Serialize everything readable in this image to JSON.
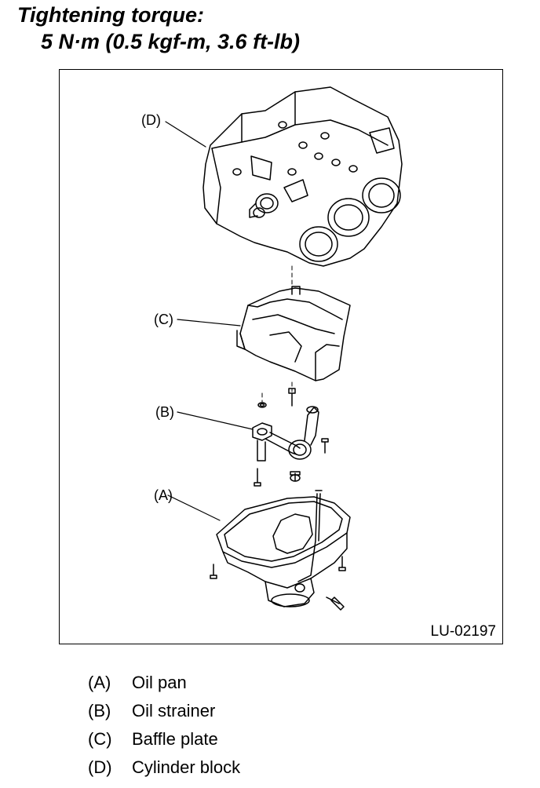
{
  "torque": {
    "line1": "Tightening torque:",
    "line2": "5 N·m (0.5 kgf-m, 3.6 ft-lb)"
  },
  "figure": {
    "id": "LU-02197",
    "callouts": {
      "a": "(A)",
      "b": "(B)",
      "c": "(C)",
      "d": "(D)"
    }
  },
  "legend": [
    {
      "code": "(A)",
      "label": "Oil pan"
    },
    {
      "code": "(B)",
      "label": "Oil strainer"
    },
    {
      "code": "(C)",
      "label": "Baffle plate"
    },
    {
      "code": "(D)",
      "label": "Cylinder block"
    }
  ]
}
